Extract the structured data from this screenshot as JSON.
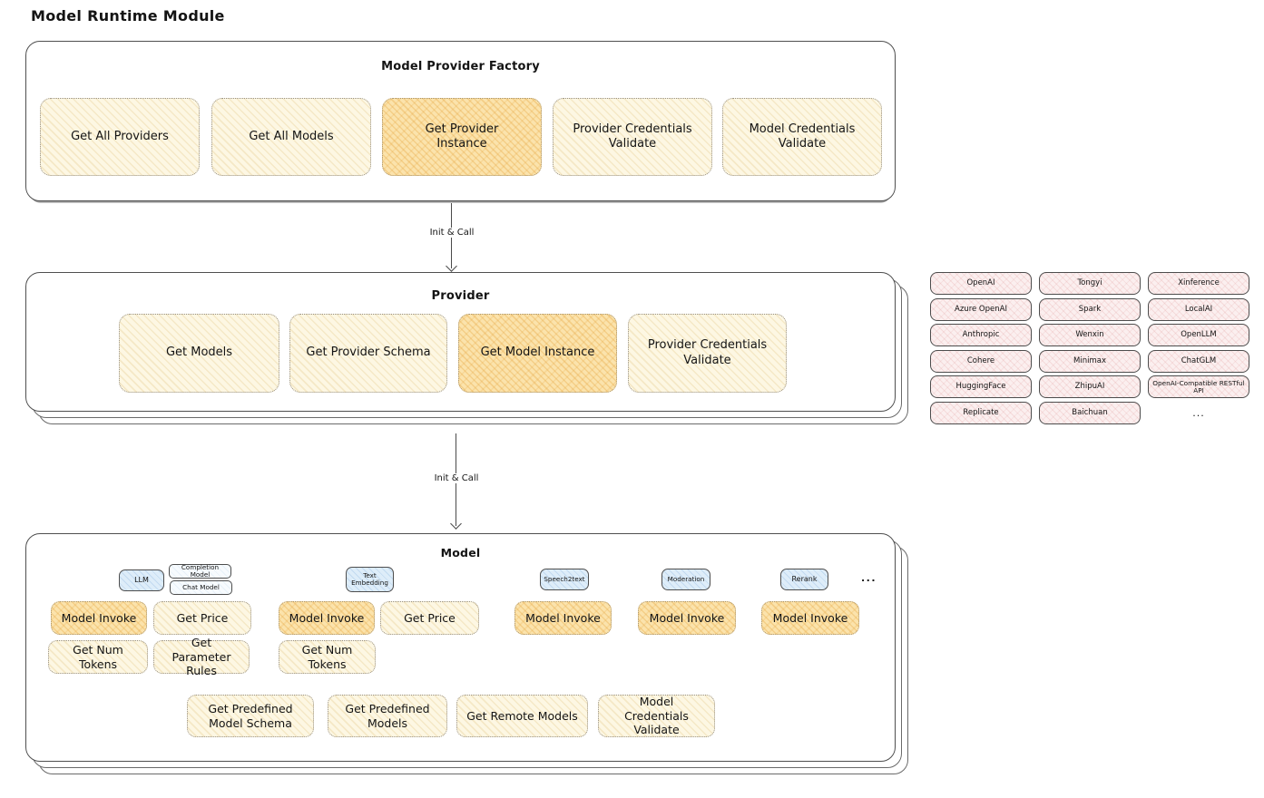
{
  "page_title": "Model Runtime Module",
  "factory": {
    "title": "Model Provider Factory",
    "functions": [
      {
        "label": "Get All Providers",
        "highlighted": false
      },
      {
        "label": "Get All Models",
        "highlighted": false
      },
      {
        "label": "Get Provider Instance",
        "highlighted": true
      },
      {
        "label": "Provider Credentials Validate",
        "highlighted": false
      },
      {
        "label": "Model Credentials Validate",
        "highlighted": false
      }
    ]
  },
  "arrow_factory_to_provider": {
    "label": "Init & Call"
  },
  "provider": {
    "title": "Provider",
    "functions": [
      {
        "label": "Get Models",
        "highlighted": false
      },
      {
        "label": "Get Provider Schema",
        "highlighted": false
      },
      {
        "label": "Get Model Instance",
        "highlighted": true
      },
      {
        "label": "Provider Credentials Validate",
        "highlighted": false
      }
    ]
  },
  "provider_list": {
    "items": [
      "OpenAI",
      "Tongyi",
      "Xinference",
      "Azure OpenAI",
      "Spark",
      "LocalAI",
      "Anthropic",
      "Wenxin",
      "OpenLLM",
      "Cohere",
      "Minimax",
      "ChatGLM",
      "HuggingFace",
      "ZhipuAI",
      "OpenAI-Compatible RESTful API",
      "Replicate",
      "Baichuan"
    ],
    "more": "..."
  },
  "arrow_provider_to_model": {
    "label": "Init & Call"
  },
  "model": {
    "title": "Model",
    "types": [
      {
        "label": "LLM"
      },
      {
        "label": "Completion Model"
      },
      {
        "label": "Chat Model"
      },
      {
        "label": "Text Embedding"
      },
      {
        "label": "Speech2text"
      },
      {
        "label": "Moderation"
      },
      {
        "label": "Rerank"
      }
    ],
    "more": "...",
    "function_boxes": [
      {
        "label": "Model Invoke",
        "highlighted": true
      },
      {
        "label": "Get Price",
        "highlighted": false
      },
      {
        "label": "Model Invoke",
        "highlighted": true
      },
      {
        "label": "Get Price",
        "highlighted": false
      },
      {
        "label": "Model Invoke",
        "highlighted": true
      },
      {
        "label": "Model Invoke",
        "highlighted": true
      },
      {
        "label": "Model Invoke",
        "highlighted": true
      },
      {
        "label": "Get Num Tokens",
        "highlighted": false
      },
      {
        "label": "Get Parameter Rules",
        "highlighted": false
      },
      {
        "label": "Get Num Tokens",
        "highlighted": false
      }
    ],
    "shared_functions": [
      {
        "label": "Get Predefined Model Schema"
      },
      {
        "label": "Get Predefined Models"
      },
      {
        "label": "Get Remote Models"
      },
      {
        "label": "Model Credentials Validate"
      }
    ]
  },
  "colors": {
    "function_fill": "#FDF7E3",
    "function_highlight_fill": "#FBE3AC",
    "provider_item_fill": "#FBEFEF",
    "model_type_fill": "#DEEDF9",
    "outline": "#4A4A4A"
  }
}
